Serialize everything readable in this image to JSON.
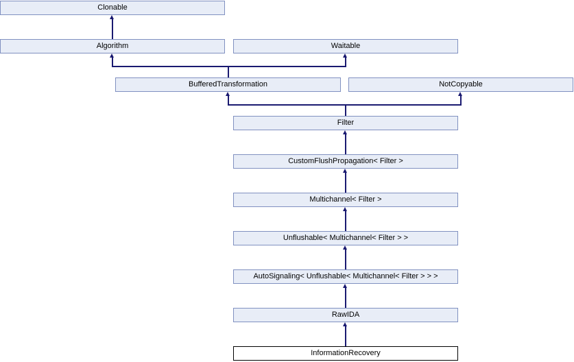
{
  "diagram": {
    "kind": "class-inheritance-graph",
    "nodes": [
      {
        "label": "Clonable"
      },
      {
        "label": "Algorithm"
      },
      {
        "label": "Waitable"
      },
      {
        "label": "BufferedTransformation"
      },
      {
        "label": "NotCopyable"
      },
      {
        "label": "Filter"
      },
      {
        "label": "CustomFlushPropagation< Filter >"
      },
      {
        "label": "Multichannel< Filter >"
      },
      {
        "label": "Unflushable< Multichannel< Filter > >"
      },
      {
        "label": "AutoSignaling< Unflushable< Multichannel< Filter > > >"
      },
      {
        "label": "RawIDA"
      },
      {
        "label": "InformationRecovery",
        "current": true
      }
    ],
    "edges": [
      {
        "from": "Algorithm",
        "to": "Clonable"
      },
      {
        "from": "BufferedTransformation",
        "to": "Algorithm"
      },
      {
        "from": "BufferedTransformation",
        "to": "Waitable"
      },
      {
        "from": "Filter",
        "to": "BufferedTransformation"
      },
      {
        "from": "Filter",
        "to": "NotCopyable"
      },
      {
        "from": "CustomFlushPropagation< Filter >",
        "to": "Filter"
      },
      {
        "from": "Multichannel< Filter >",
        "to": "CustomFlushPropagation< Filter >"
      },
      {
        "from": "Unflushable< Multichannel< Filter > >",
        "to": "Multichannel< Filter >"
      },
      {
        "from": "AutoSignaling< Unflushable< Multichannel< Filter > > >",
        "to": "Unflushable< Multichannel< Filter > >"
      },
      {
        "from": "RawIDA",
        "to": "AutoSignaling< Unflushable< Multichannel< Filter > > >"
      },
      {
        "from": "InformationRecovery",
        "to": "RawIDA"
      }
    ],
    "colors": {
      "node_fill": "#E8EDF7",
      "node_border": "#8090C0",
      "current_node_fill": "#FFFFFF",
      "current_node_border": "#000000",
      "edge": "#191970",
      "text": "#000000",
      "background": "#FFFFFF"
    }
  }
}
